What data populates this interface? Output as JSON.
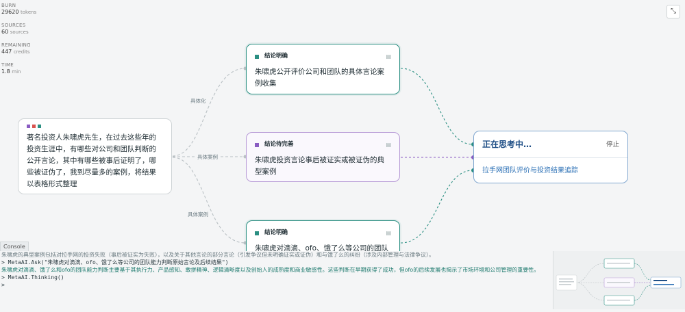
{
  "stats": [
    {
      "label": "BURN",
      "value": "29620",
      "unit": "tokens"
    },
    {
      "label": "SOURCES",
      "value": "60",
      "unit": "sources"
    },
    {
      "label": "REMAINING",
      "value": "447",
      "unit": "credits"
    },
    {
      "label": "TIME",
      "value": "1.8",
      "unit": "min"
    }
  ],
  "toolbar": {
    "collapse_icon": "⤡"
  },
  "source_node": {
    "text": "著名投资人朱啸虎先生，在过去这些年的投资生涯中，有哪些对公司和团队判断的公开言论，其中有哪些被事后证明了，哪些被证伪了，我到尽量多的案例，将结果以表格形式整理"
  },
  "edges": {
    "top_label": "具体化",
    "mid_label": "具体案例",
    "bot_label": "具体案例"
  },
  "nodes": {
    "top": {
      "status": "结论明确",
      "text": "朱啸虎公开评价公司和团队的具体言论案例收集"
    },
    "mid": {
      "status": "结论待完善",
      "text": "朱啸虎投资言论事后被证实或被证伪的典型案例"
    },
    "bot": {
      "status": "结论明确",
      "text": "朱啸虎对滴滴、ofo、饿了么等公司的团队能"
    }
  },
  "thinking": {
    "title": "正在思考中…",
    "stop_label": "停止",
    "link_text": "拉手网团队评价与投资结果追踪"
  },
  "console": {
    "tab_label": "Console",
    "lines": [
      "朱啸虎的典型案例包括对拉手网的投资失败（事后被证实为失败），以及关于其他言论的部分言论（引发争议但未明确证实或证伪）和与饿了么的纠纷（涉及内部管理与法律争议）。",
      "> MetaAI.Ask(\"朱啸虎对滴滴、ofo、饿了么等公司的团队能力判断原始言论及后续结果\")",
      "朱啸虎对滴滴、饿了么和ofo的团队能力判断主要基于其执行力、产品感知、敢拼精神、逻辑清晰度以及创始人的成熟度和商业敏感性。这些判断在早期获得了成功，但ofo的后续发展也揭示了市场环境和公司管理的重要性。",
      "> MetaAI.Thinking()",
      ">"
    ]
  },
  "colors": {
    "teal": "#2a8f82",
    "purple": "#8a5cc2",
    "blue_link": "#2a6fb5",
    "dot_purple": "#8a5cc2",
    "dot_red": "#d9534f",
    "dot_teal": "#2a8f82"
  }
}
